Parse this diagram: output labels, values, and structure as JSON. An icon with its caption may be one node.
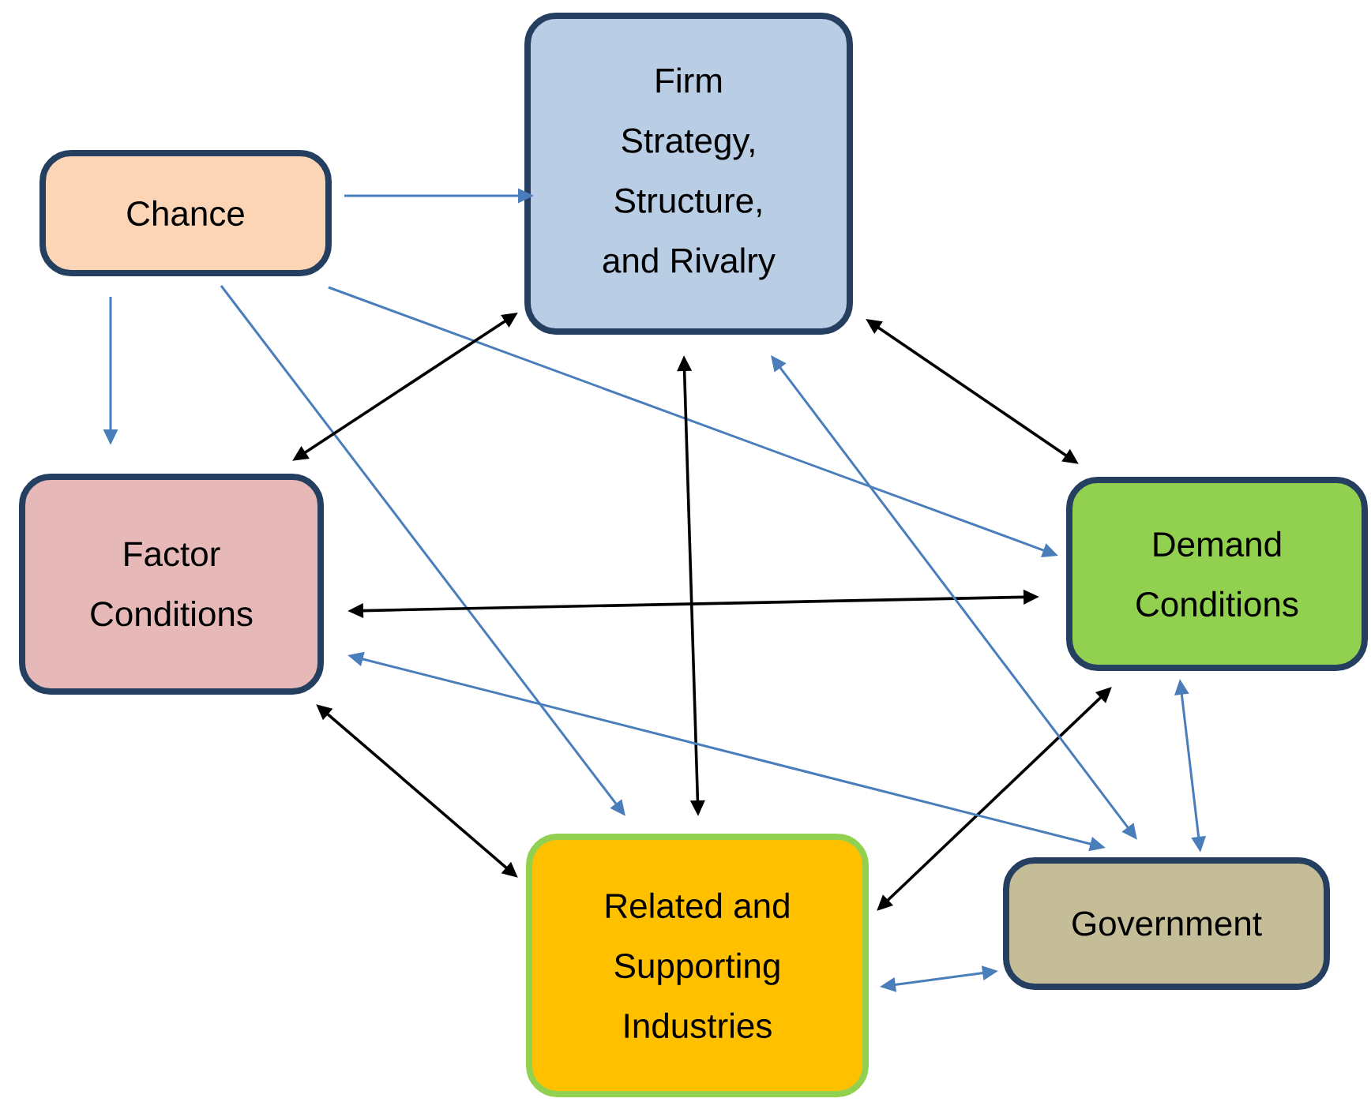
{
  "diagram": {
    "nodes": [
      {
        "text": [
          "Chance"
        ]
      },
      {
        "text": [
          "Firm Strategy, Structure, and Rivalry"
        ]
      },
      {
        "text": [
          "Factor Conditions"
        ]
      },
      {
        "text": [
          "Demand Conditions"
        ]
      },
      {
        "text": [
          "Related and Supporting Industries"
        ]
      },
      {
        "text": [
          "Government"
        ]
      }
    ],
    "edges": [
      {
        "from": 0,
        "to": 1,
        "arrow": "to"
      },
      {
        "from": 0,
        "to": 2,
        "arrow": "to"
      },
      {
        "from": 0,
        "to": 4,
        "arrow": "to"
      },
      {
        "from": 0,
        "to": 3,
        "arrow": "to"
      },
      {
        "from": 1,
        "to": 2,
        "arrow": "both",
        "color": "#000000"
      },
      {
        "from": 1,
        "to": 3,
        "arrow": "both",
        "color": "#000000"
      },
      {
        "from": 1,
        "to": 4,
        "arrow": "both",
        "color": "#000000"
      },
      {
        "from": 2,
        "to": 3,
        "arrow": "both",
        "color": "#000000"
      },
      {
        "from": 2,
        "to": 4,
        "arrow": "both",
        "color": "#000000"
      },
      {
        "from": 3,
        "to": 4,
        "arrow": "both",
        "color": "#000000"
      },
      {
        "from": 2,
        "to": 5,
        "arrow": "both"
      },
      {
        "from": 1,
        "to": 5,
        "arrow": "both"
      },
      {
        "from": 3,
        "to": 5,
        "arrow": "both"
      },
      {
        "from": 4,
        "to": 5,
        "arrow": "both"
      }
    ]
  }
}
